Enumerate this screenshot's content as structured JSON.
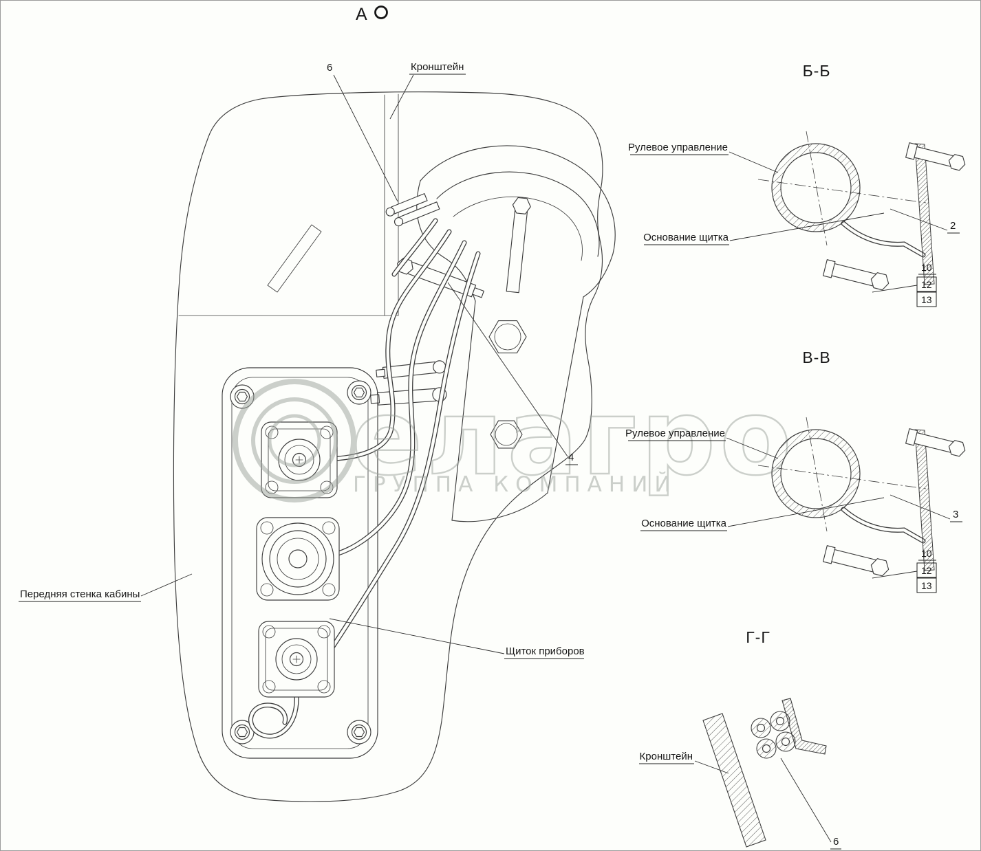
{
  "drawing": {
    "colors": {
      "background": "#fdfefb",
      "line": "#3c3c3c",
      "watermark": "#9ba19b"
    },
    "main": {
      "title": "А",
      "callouts": {
        "item6": "6",
        "bracket": "Кронштейн",
        "front_wall": "Передняя стенка кабины",
        "instrument_panel": "Щиток приборов",
        "item4": "4"
      }
    },
    "section_b": {
      "title": "Б-Б",
      "steering": "Рулевое управление",
      "panel_base": "Основание щитка",
      "item2": "2",
      "item10": "10",
      "item12": "12",
      "item13": "13"
    },
    "section_v": {
      "title": "В-В",
      "steering": "Рулевое управление",
      "panel_base": "Основание щитка",
      "item3": "3",
      "item10": "10",
      "item12": "12",
      "item13": "13"
    },
    "section_g": {
      "title": "Г-Г",
      "bracket": "Кронштейн",
      "item6": "6"
    },
    "watermark": {
      "logo": "елагро",
      "subtitle": "ГРУППА КОМПАНИЙ"
    }
  }
}
